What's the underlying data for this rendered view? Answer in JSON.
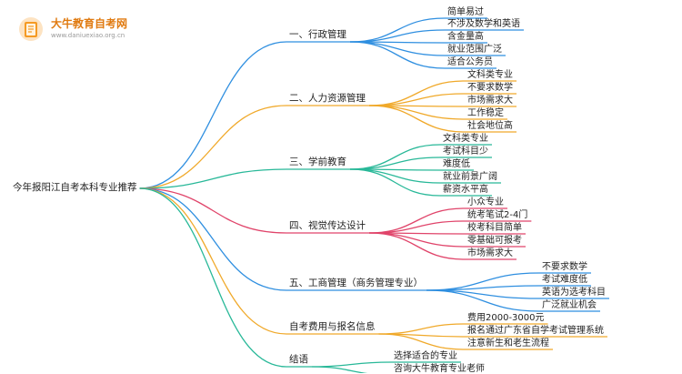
{
  "logo": {
    "name": "大牛教育自考网",
    "url": "www.daniuexiao.org.cn"
  },
  "root": "今年报阳江自考本科专业推荐",
  "branches": [
    {
      "label": "一、行政管理",
      "color": "#2f8fe0",
      "leaves": [
        "简单易过",
        "不涉及数学和英语",
        "含金量高",
        "就业范围广泛",
        "适合公务员"
      ]
    },
    {
      "label": "二、人力资源管理",
      "color": "#f0a92a",
      "leaves": [
        "文科类专业",
        "不要求数学",
        "市场需求大",
        "工作稳定",
        "社会地位高"
      ]
    },
    {
      "label": "三、学前教育",
      "color": "#28b898",
      "leaves": [
        "文科类专业",
        "考试科目少",
        "难度低",
        "就业前景广阔",
        "薪资水平高"
      ]
    },
    {
      "label": "四、视觉传达设计",
      "color": "#e0446a",
      "leaves": [
        "小众专业",
        "统考笔试2-4门",
        "校考科目简单",
        "零基础可报考",
        "市场需求大"
      ]
    },
    {
      "label": "五、工商管理（商务管理专业）",
      "color": "#2f8fe0",
      "leaves": [
        "不要求数学",
        "考试难度低",
        "英语为选考科目",
        "广泛就业机会"
      ]
    },
    {
      "label": "自考费用与报名信息",
      "color": "#f0a92a",
      "leaves": [
        "费用2000-3000元",
        "报名通过广东省自学考试管理系统",
        "注意新生和老生流程"
      ]
    },
    {
      "label": "结语",
      "color": "#28b898",
      "leaves": [
        "选择适合的专业",
        "咨询大牛教育专业老师"
      ]
    }
  ]
}
